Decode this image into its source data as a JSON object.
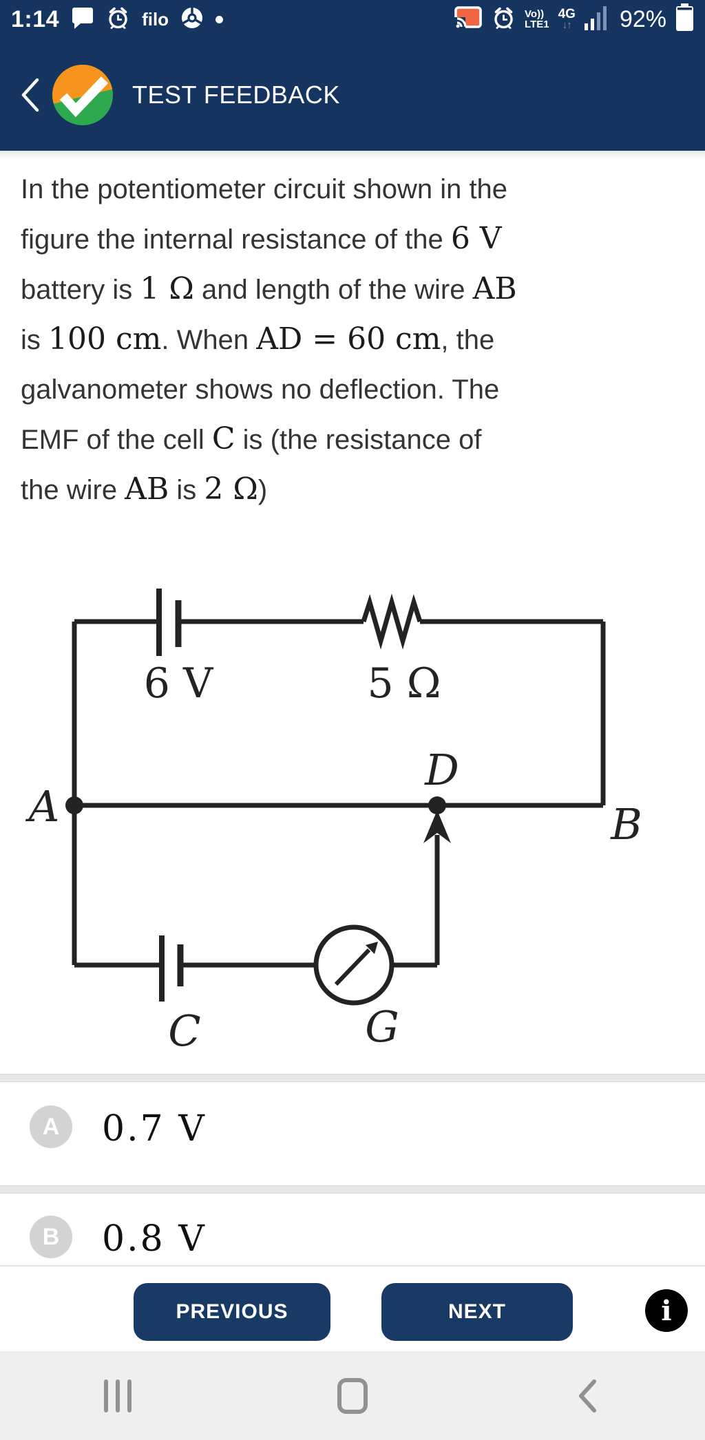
{
  "status_bar": {
    "time": "1:14",
    "app_label": "filo",
    "volte_top": "Vo))",
    "volte_bottom": "LTE1",
    "network": "4G",
    "network_arrows": "↓↑",
    "battery_percent": "92%"
  },
  "header": {
    "title": "TEST FEEDBACK"
  },
  "question": {
    "lines": [
      [
        {
          "t": "In the potentiometer circuit shown in the"
        }
      ],
      [
        {
          "t": "figure the internal resistance of the "
        },
        {
          "t": "6 V",
          "m": 1
        }
      ],
      [
        {
          "t": "battery is "
        },
        {
          "t": "1 Ω",
          "m": 1
        },
        {
          "t": " and length of the wire "
        },
        {
          "t": "AB",
          "m": 1
        }
      ],
      [
        {
          "t": "is "
        },
        {
          "t": "100 cm",
          "m": 1
        },
        {
          "t": ". When "
        },
        {
          "t": "AD = 60 cm",
          "m": 1
        },
        {
          "t": ", the"
        }
      ],
      [
        {
          "t": "galvanometer shows no deflection. The"
        }
      ],
      [
        {
          "t": "EMF of the cell "
        },
        {
          "t": "C",
          "m": 1
        },
        {
          "t": " is (the resistance of"
        }
      ],
      [
        {
          "t": "the wire "
        },
        {
          "t": "AB",
          "m": 1
        },
        {
          "t": " is "
        },
        {
          "t": "2 Ω",
          "m": 1
        },
        {
          "t": ")"
        }
      ]
    ]
  },
  "circuit": {
    "battery_label": "6 V",
    "resistor_label": "5 Ω",
    "node_a": "A",
    "node_b": "B",
    "node_d": "D",
    "cell_label": "C",
    "galvanometer_label": "G"
  },
  "options": [
    {
      "letter": "A",
      "value": "0.7 V"
    },
    {
      "letter": "B",
      "value": "0.8 V"
    }
  ],
  "footer": {
    "previous": "PREVIOUS",
    "next": "NEXT",
    "info": "i"
  },
  "colors": {
    "navy": "#15345F",
    "button_navy": "#1A3A66",
    "cast_orange": "#F26543",
    "logo_orange": "#F7941D",
    "logo_green": "#2EA94F",
    "divider_gray": "#e8e8e8",
    "nav_icon_gray": "#8f9193",
    "circuit_ink": "#232323"
  }
}
